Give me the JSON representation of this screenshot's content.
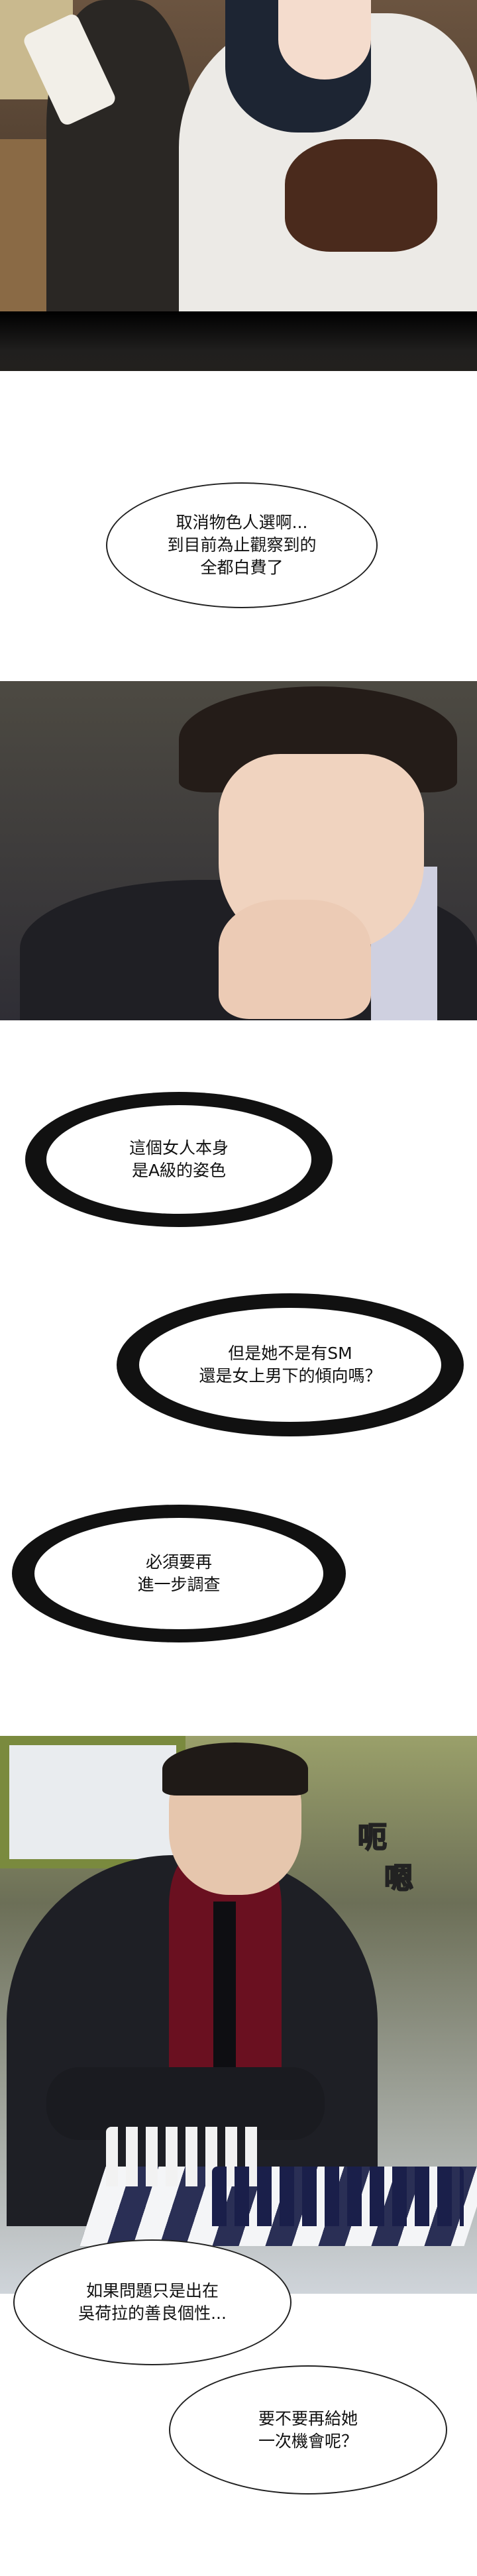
{
  "bubbles": {
    "b1": "取消物色人選啊...\n到目前為止觀察到的\n全都白費了",
    "b2": "這個女人本身\n是A級的姿色",
    "b3": "但是她不是有SM\n還是女上男下的傾向嗎？",
    "b4": "必須要再\n進一步調查",
    "b5": "如果問題只是出在\n吳荷拉的善良個性...",
    "b6": "要不要再給她\n一次機會呢？"
  },
  "sfx": {
    "s1": "呃",
    "s2": "嗯"
  },
  "colors": {
    "bubble_border": "#222222",
    "text": "#111111"
  }
}
